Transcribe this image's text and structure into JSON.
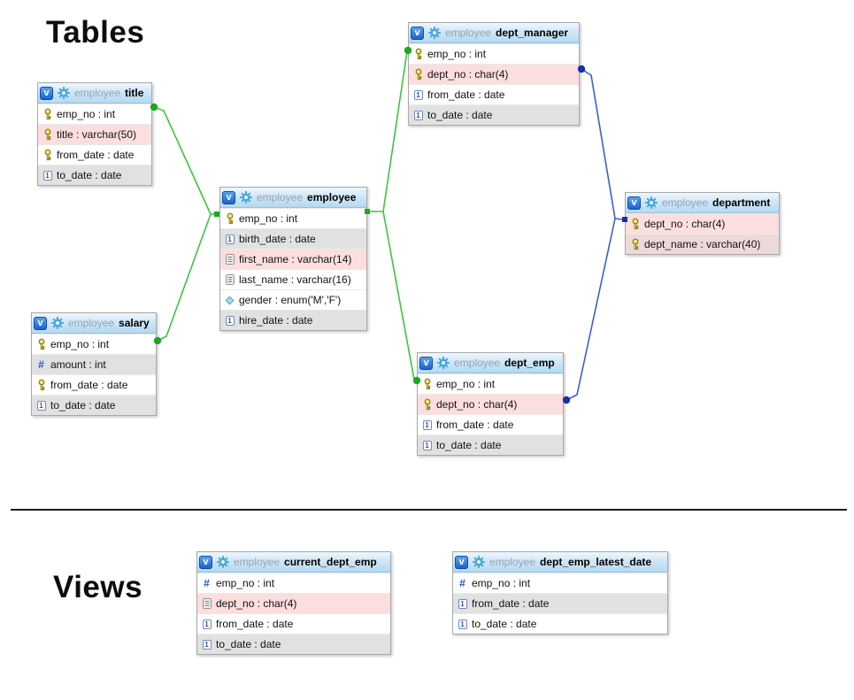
{
  "headings": {
    "tables": "Tables",
    "views": "Views"
  },
  "colors": {
    "relationship_green": "#3ec43e",
    "relationship_blue": "#3c5ed2",
    "header_blue": "#b4d9f1",
    "row_pink": "#fcdede",
    "row_gray": "#e2e1e1",
    "badge_blue": "#1b63ce"
  },
  "entities": [
    {
      "id": "title",
      "kind": "table",
      "badge": "v",
      "schema": "employee",
      "name": "title",
      "columns": [
        {
          "icon": "primary-key-icon",
          "label": "emp_no : int",
          "bg": "white"
        },
        {
          "icon": "primary-key-icon",
          "label": "title : varchar(50)",
          "bg": "pink"
        },
        {
          "icon": "primary-key-icon",
          "label": "from_date : date",
          "bg": "white"
        },
        {
          "icon": "date-icon",
          "label": "to_date : date",
          "bg": "gray"
        }
      ]
    },
    {
      "id": "salary",
      "kind": "table",
      "badge": "v",
      "schema": "employee",
      "name": "salary",
      "columns": [
        {
          "icon": "primary-key-icon",
          "label": "emp_no : int",
          "bg": "white"
        },
        {
          "icon": "number-icon",
          "label": "amount : int",
          "bg": "gray"
        },
        {
          "icon": "primary-key-icon",
          "label": "from_date : date",
          "bg": "white"
        },
        {
          "icon": "date-icon",
          "label": "to_date : date",
          "bg": "gray"
        }
      ]
    },
    {
      "id": "employee",
      "kind": "table",
      "badge": "v",
      "schema": "employee",
      "name": "employee",
      "columns": [
        {
          "icon": "primary-key-icon",
          "label": "emp_no : int",
          "bg": "white"
        },
        {
          "icon": "date-icon",
          "label": "birth_date : date",
          "bg": "gray"
        },
        {
          "icon": "text-icon",
          "label": "first_name : varchar(14)",
          "bg": "pink"
        },
        {
          "icon": "text-icon",
          "label": "last_name : varchar(16)",
          "bg": "white"
        },
        {
          "icon": "enum-icon",
          "label": "gender : enum('M','F')",
          "bg": "white"
        },
        {
          "icon": "date-icon",
          "label": "hire_date : date",
          "bg": "gray"
        }
      ]
    },
    {
      "id": "dept_manager",
      "kind": "table",
      "badge": "v",
      "schema": "employee",
      "name": "dept_manager",
      "columns": [
        {
          "icon": "primary-key-icon",
          "label": "emp_no : int",
          "bg": "white"
        },
        {
          "icon": "primary-key-icon",
          "label": "dept_no : char(4)",
          "bg": "pink"
        },
        {
          "icon": "date-icon",
          "label": "from_date : date",
          "bg": "white"
        },
        {
          "icon": "date-icon",
          "label": "to_date : date",
          "bg": "gray"
        }
      ]
    },
    {
      "id": "dept_emp",
      "kind": "table",
      "badge": "v",
      "schema": "employee",
      "name": "dept_emp",
      "columns": [
        {
          "icon": "primary-key-icon",
          "label": "emp_no : int",
          "bg": "white"
        },
        {
          "icon": "primary-key-icon",
          "label": "dept_no : char(4)",
          "bg": "pink"
        },
        {
          "icon": "date-icon",
          "label": "from_date : date",
          "bg": "white"
        },
        {
          "icon": "date-icon",
          "label": "to_date : date",
          "bg": "gray"
        }
      ]
    },
    {
      "id": "department",
      "kind": "table",
      "badge": "v",
      "schema": "employee",
      "name": "department",
      "columns": [
        {
          "icon": "primary-key-icon",
          "label": "dept_no : char(4)",
          "bg": "pink"
        },
        {
          "icon": "primary-key-icon",
          "label": "dept_name : varchar(40)",
          "bg": "pinkgray"
        }
      ]
    },
    {
      "id": "current_dept_emp",
      "kind": "view",
      "badge": "v",
      "schema": "employee",
      "name": "current_dept_emp",
      "columns": [
        {
          "icon": "number-icon",
          "label": "emp_no : int",
          "bg": "white"
        },
        {
          "icon": "text-icon",
          "label": "dept_no : char(4)",
          "bg": "pink"
        },
        {
          "icon": "date-icon",
          "label": "from_date : date",
          "bg": "white"
        },
        {
          "icon": "date-icon",
          "label": "to_date : date",
          "bg": "gray"
        }
      ]
    },
    {
      "id": "dept_emp_latest_date",
      "kind": "view",
      "badge": "v",
      "schema": "employee",
      "name": "dept_emp_latest_date",
      "columns": [
        {
          "icon": "number-icon",
          "label": "emp_no : int",
          "bg": "white"
        },
        {
          "icon": "date-icon",
          "label": "from_date : date",
          "bg": "gray"
        },
        {
          "icon": "date-icon",
          "label": "to_date : date",
          "bg": "white"
        }
      ]
    }
  ],
  "relationships": [
    {
      "from": "title.emp_no",
      "to": "employee.emp_no",
      "color": "#3ec43e"
    },
    {
      "from": "salary.emp_no",
      "to": "employee.emp_no",
      "color": "#3ec43e"
    },
    {
      "from": "dept_manager.emp_no",
      "to": "employee.emp_no",
      "color": "#3ec43e"
    },
    {
      "from": "dept_emp.emp_no",
      "to": "employee.emp_no",
      "color": "#3ec43e"
    },
    {
      "from": "dept_manager.dept_no",
      "to": "department.dept_no",
      "color": "#3c5ed2"
    },
    {
      "from": "dept_emp.dept_no",
      "to": "department.dept_no",
      "color": "#3c5ed2"
    }
  ]
}
